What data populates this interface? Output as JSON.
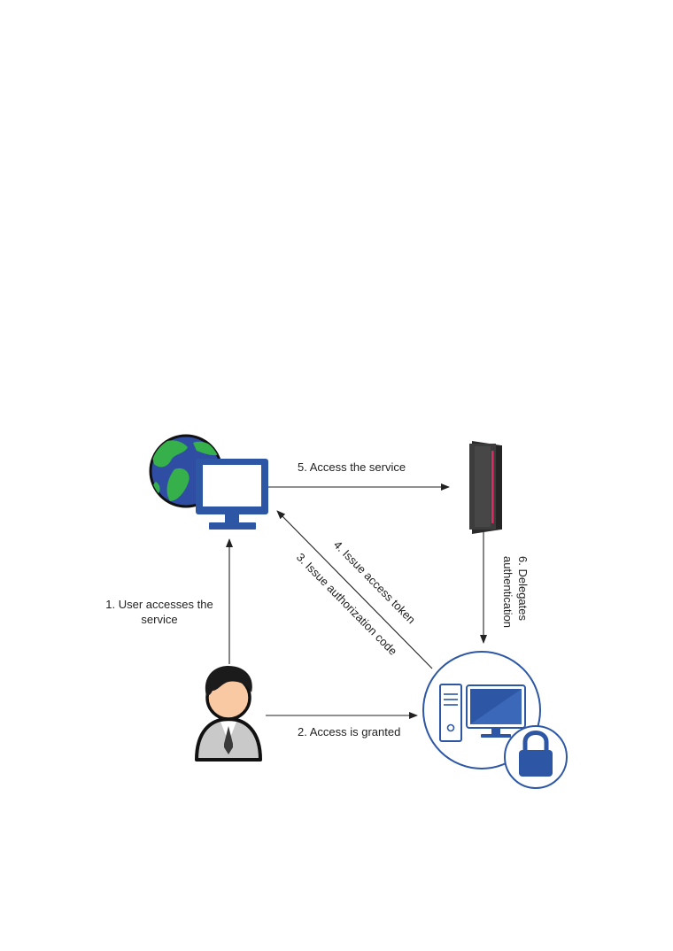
{
  "diagram": {
    "nodes": {
      "client": {
        "icon": "globe-monitor-icon"
      },
      "resource_server": {
        "icon": "server-tower-icon"
      },
      "user": {
        "icon": "user-person-icon"
      },
      "auth_server": {
        "icon": "secure-computer-lock-icon"
      }
    },
    "edges": {
      "step1_line1": "1. User accesses the",
      "step1_line2": "service",
      "step2": "2. Access is granted",
      "step3": "3. Issue authorization code",
      "step4": "4. Issue access token",
      "step5": "5. Access the service",
      "step6_line1": "6. Delegates",
      "step6_line2": "authentication"
    },
    "colors": {
      "primary_blue": "#2d57a5",
      "globe_blue": "#2f4ea3",
      "globe_green": "#35b04a",
      "server_dark": "#3a3a3a",
      "server_accent": "#e02a64",
      "skin": "#f9c9a4",
      "hair": "#1b1b1b",
      "suit": "#c8c8c8",
      "line": "#222222"
    }
  }
}
